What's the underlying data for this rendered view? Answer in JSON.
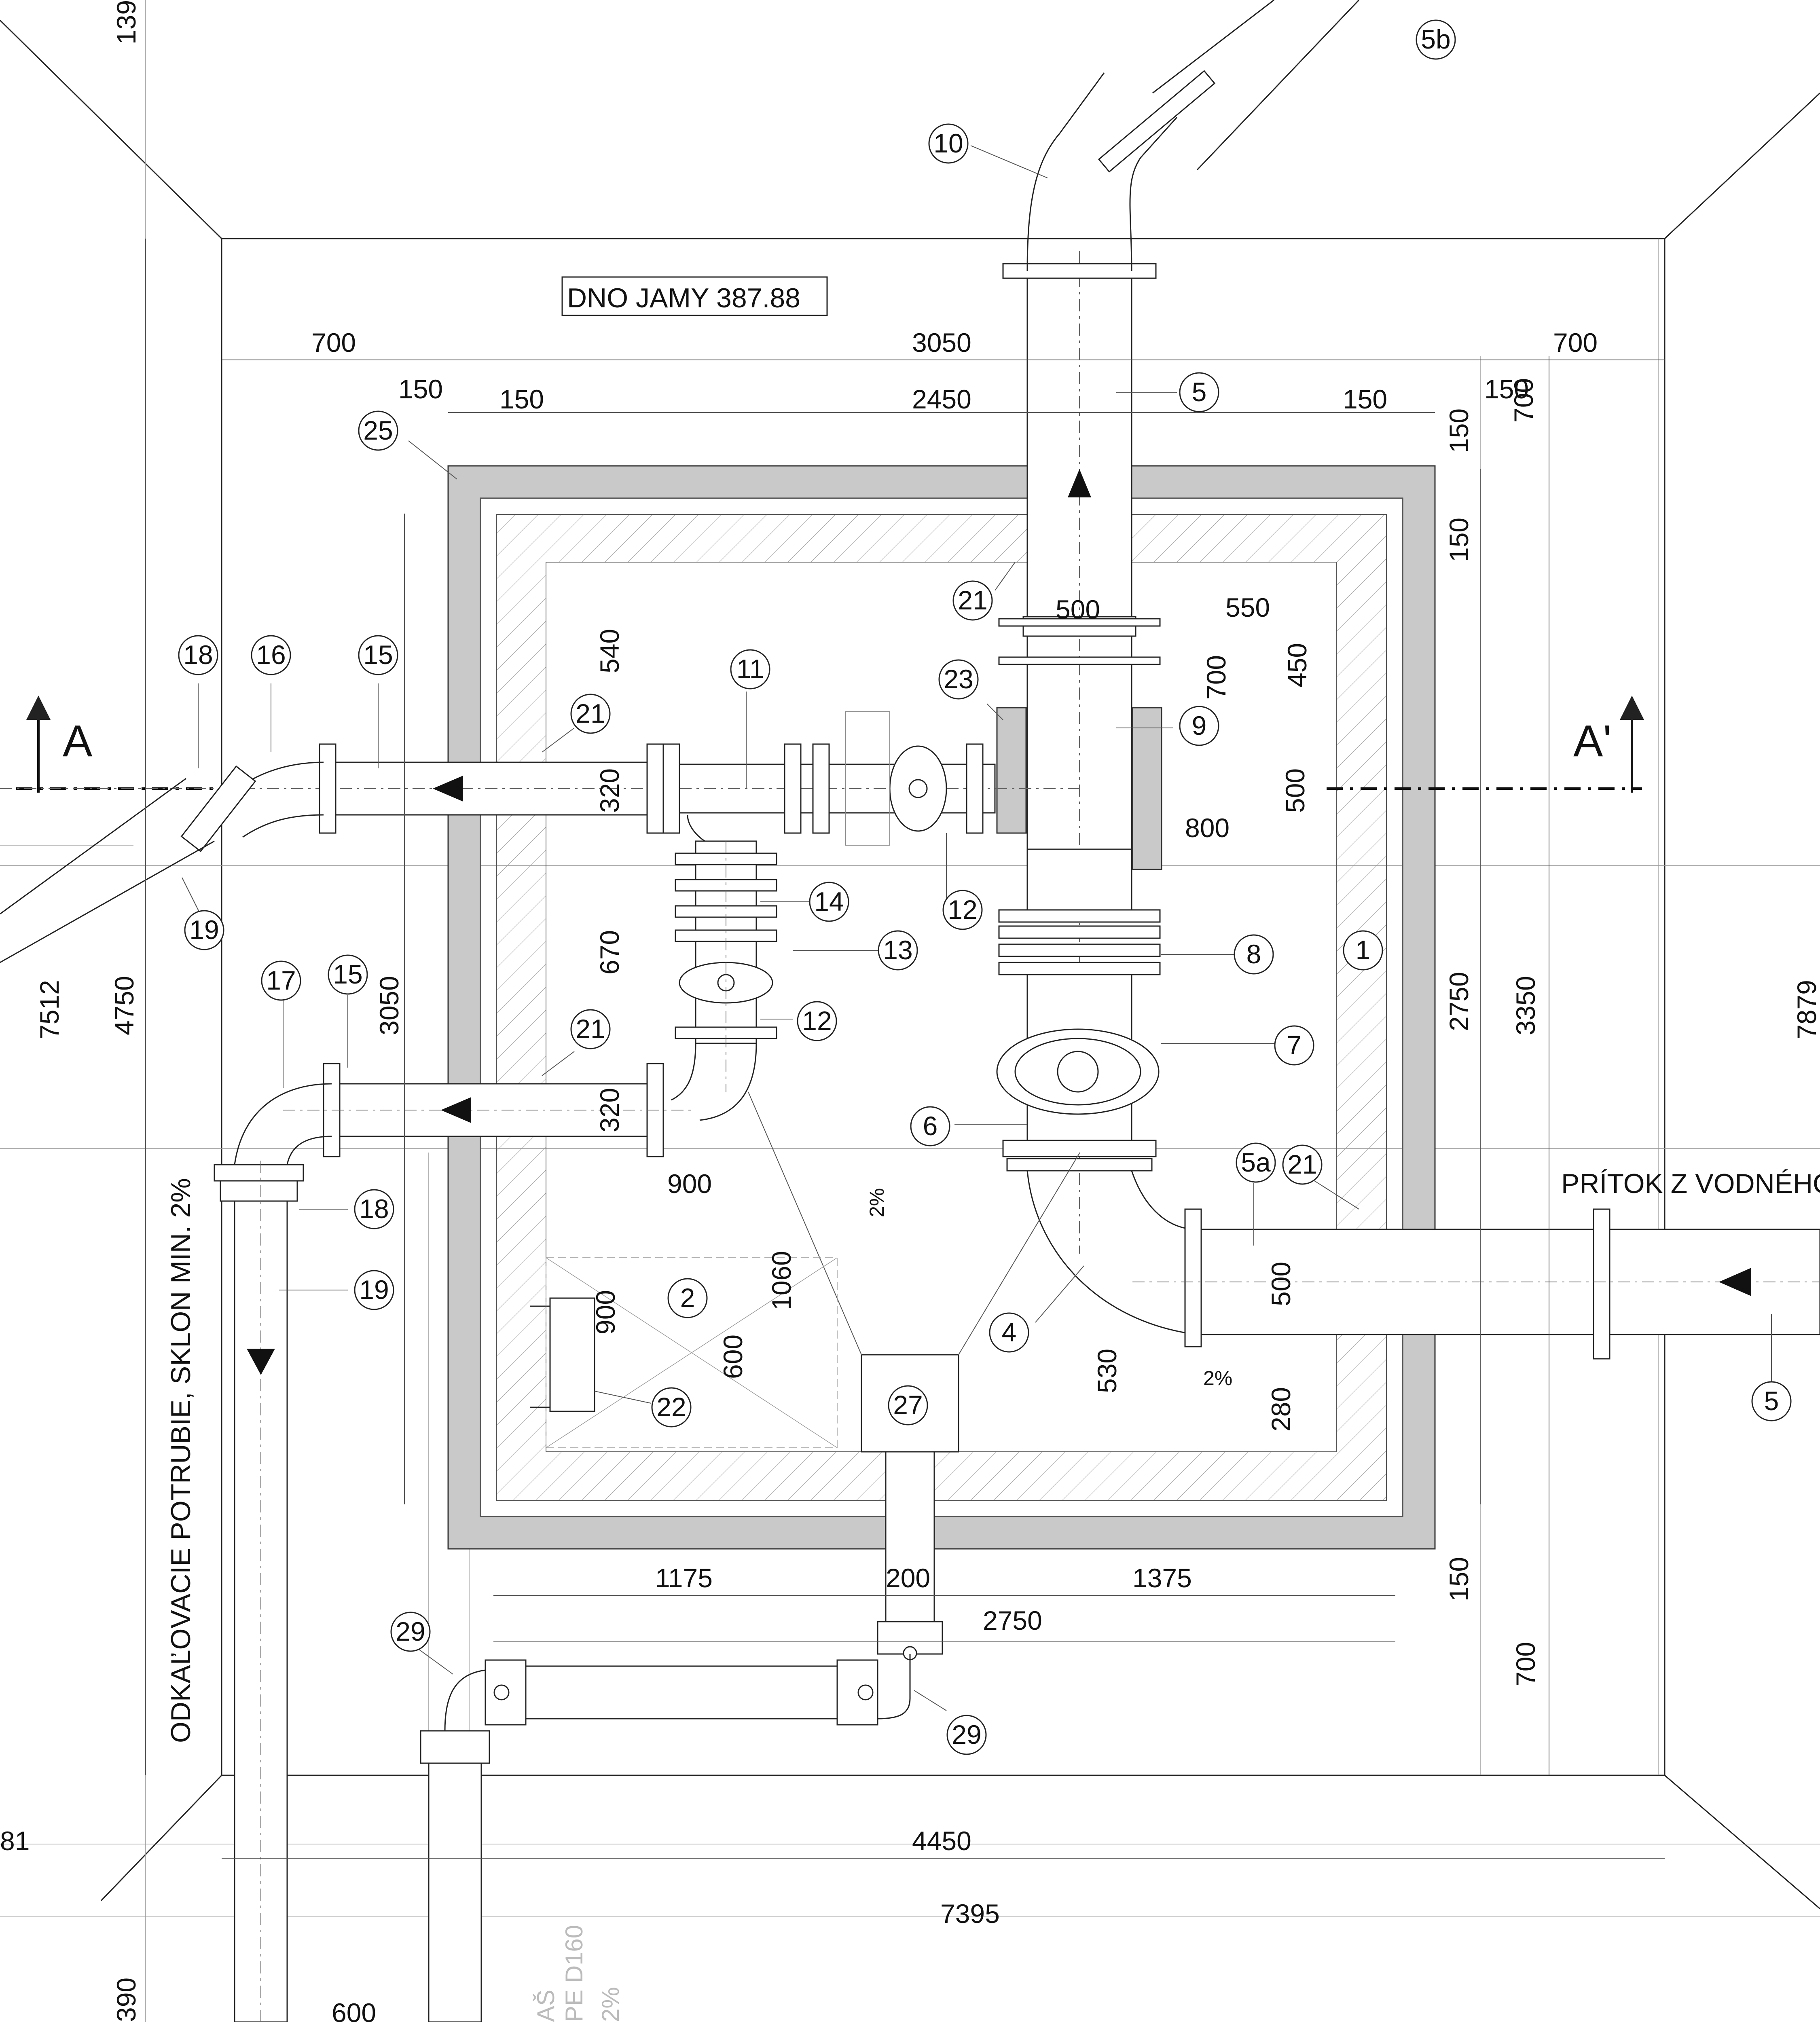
{
  "drawing": {
    "labels": {
      "bottom_label": "DNO JAMY 387.88",
      "inflow_label": "PRÍTOK Z VODNÉHO",
      "drain_label": "ODKAĽOVACIE POTRUBIE, SKLON MIN. 2%",
      "faded_label_1": "AŠ",
      "faded_label_2": "PE D160",
      "faded_label_3": "2%"
    },
    "section": {
      "left": "A",
      "right": "A'"
    },
    "slopes": [
      "2%",
      "2%"
    ],
    "dims": {
      "top_700_left": "700",
      "top_3050": "3050",
      "top_700_right": "700",
      "top_150_a": "150",
      "top_150_b": "150",
      "top_2450": "2450",
      "top_150_c": "150",
      "top_150_d": "150",
      "right_700_top": "700",
      "right_150_a": "150",
      "right_150_b": "150",
      "d_500_top": "500",
      "d_550": "550",
      "d_700_in": "700",
      "d_450": "450",
      "d_540": "540",
      "d_320_a": "320",
      "d_500_mid": "500",
      "d_800": "800",
      "d_670": "670",
      "d_320_b": "320",
      "d_900_h": "900",
      "d_1060": "1060",
      "d_900_v": "900",
      "d_600": "600",
      "d_530": "530",
      "d_500_in": "500",
      "d_280": "280",
      "d_2750_v": "2750",
      "d_3350": "3350",
      "d_3050_v": "3050",
      "d_4750": "4750",
      "d_7512": "7512",
      "d_7879": "7879",
      "d_1175": "1175",
      "d_200": "200",
      "d_1375": "1375",
      "d_2750_h": "2750",
      "d_150_br": "150",
      "d_700_br": "700",
      "d_4450": "4450",
      "d_7395": "7395",
      "edge_139": "139",
      "edge_81": "81",
      "edge_390": "390",
      "edge_600": "600"
    },
    "callouts": {
      "c5b": "5b",
      "c10": "10",
      "c5_top": "5",
      "c25": "25",
      "c21_top": "21",
      "c23": "23",
      "c9": "9",
      "c11": "11",
      "c18_l": "18",
      "c16": "16",
      "c15_top": "15",
      "c21_l1": "21",
      "c19_l": "19",
      "c14": "14",
      "c13": "13",
      "c12_r": "12",
      "c8": "8",
      "c1": "1",
      "c17": "17",
      "c15_mid": "15",
      "c21_l2": "21",
      "c12_l": "12",
      "c7": "7",
      "c6": "6",
      "c5a": "5a",
      "c21_r": "21",
      "c18_b": "18",
      "c19_b": "19",
      "c2": "2",
      "c4": "4",
      "c22": "22",
      "c27": "27",
      "c5_r": "5",
      "c29_l": "29",
      "c29_r": "29"
    },
    "colors": {
      "wall": "#c9c9c9",
      "line": "#222222"
    }
  }
}
